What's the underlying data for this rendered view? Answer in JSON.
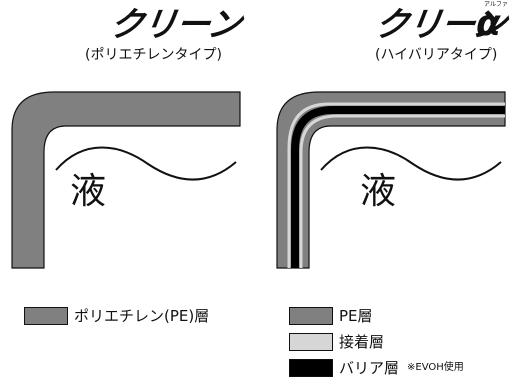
{
  "left": {
    "brand": "クリーン",
    "subtitle": "(ポリエチレンタイプ)",
    "liquid": "液",
    "legend": [
      {
        "label": "ポリエチレン(PE)層",
        "color": "#808080"
      }
    ]
  },
  "right": {
    "brand": "クリーン",
    "alpha_ruby": "アルファ",
    "alpha_symbol": "α",
    "subtitle": "(ハイバリアタイプ)",
    "liquid": "液",
    "legend": [
      {
        "label": "PE層",
        "color": "#808080"
      },
      {
        "label": "接着層",
        "color": "#d6d6d6"
      },
      {
        "label": "バリア層",
        "color": "#000000"
      }
    ],
    "note": "※EVOH使用"
  },
  "colors": {
    "pe": "#808080",
    "adhesive": "#d6d6d6",
    "barrier": "#000000"
  }
}
